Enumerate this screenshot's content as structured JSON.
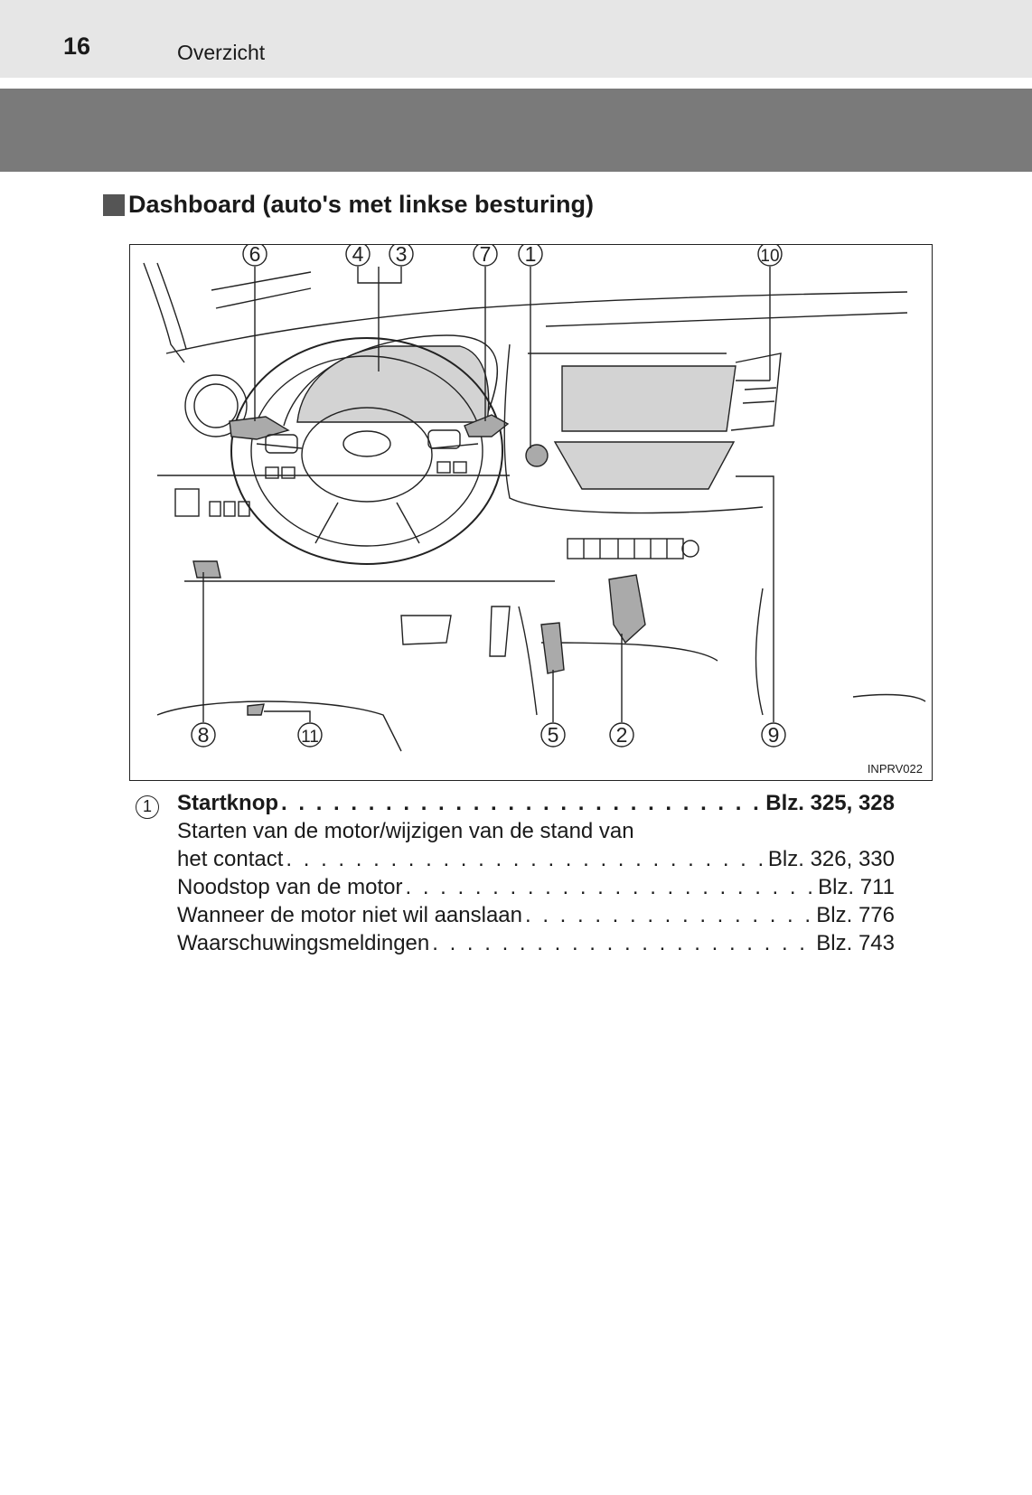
{
  "header": {
    "page_number": "16",
    "chapter": "Overzicht"
  },
  "section": {
    "title": "Dashboard (auto's met linkse besturing)"
  },
  "figure": {
    "code": "INPRV022",
    "callouts_top": [
      "6",
      "4",
      "3",
      "7",
      "1",
      "10"
    ],
    "callouts_bottom": [
      "8",
      "11",
      "5",
      "2",
      "9"
    ]
  },
  "items": [
    {
      "number": "1",
      "title": "Startknop",
      "pages": "Blz. 325, 328",
      "lead_line": "Starten van de motor/wijzigen van de stand van",
      "sub": [
        {
          "label": "het contact",
          "pages": "Blz. 326, 330"
        },
        {
          "label": "Noodstop van de motor",
          "pages": "Blz. 711"
        },
        {
          "label": "Wanneer de motor niet wil aanslaan",
          "pages": "Blz. 776"
        },
        {
          "label": "Waarschuwingsmeldingen",
          "pages": "Blz. 743"
        }
      ]
    }
  ]
}
